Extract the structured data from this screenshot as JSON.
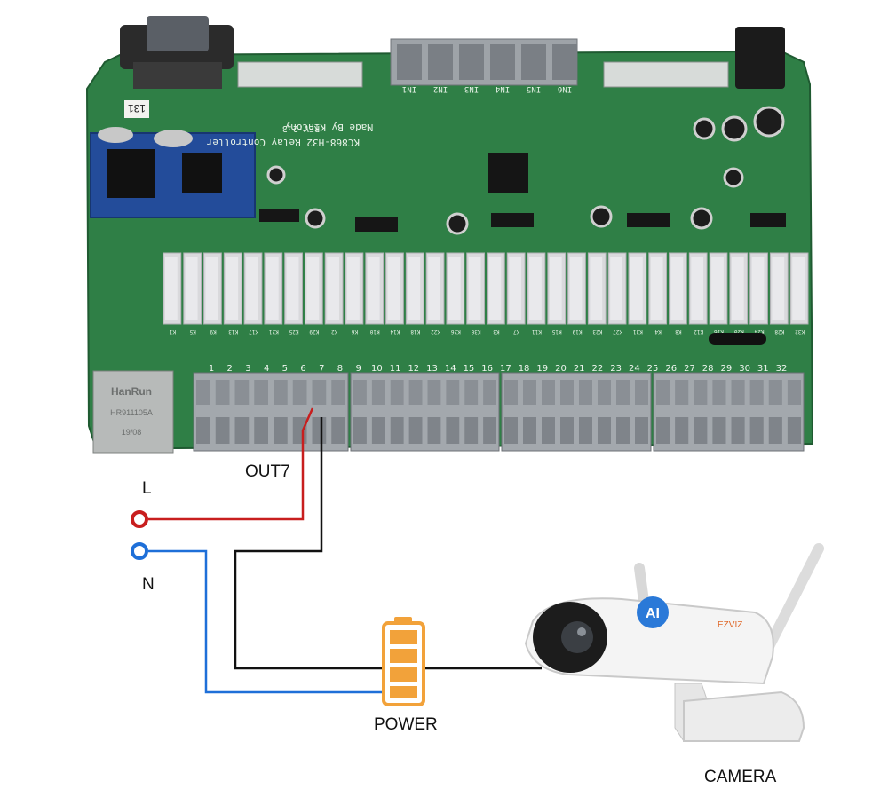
{
  "board": {
    "title": "KC868-H32 Relay Controller",
    "maker": "Made By KinCony",
    "revision": "REV:2.3",
    "sticker": "131",
    "ethernet_brand": "HanRun",
    "ethernet_part": "HR911105A",
    "ethernet_date": "19/08",
    "input_labels": [
      "IN1",
      "IN2",
      "IN3",
      "IN4",
      "IN5",
      "IN6"
    ],
    "terminal_numbers": [
      "1",
      "2",
      "3",
      "4",
      "5",
      "6",
      "7",
      "8",
      "9",
      "10",
      "11",
      "12",
      "13",
      "14",
      "15",
      "16",
      "17",
      "18",
      "19",
      "20",
      "21",
      "22",
      "23",
      "24",
      "25",
      "26",
      "27",
      "28",
      "29",
      "30",
      "31",
      "32"
    ],
    "relay_labels": [
      "K1",
      "K5",
      "K9",
      "K13",
      "K17",
      "K21",
      "K25",
      "K29",
      "K2",
      "K6",
      "K10",
      "K14",
      "K18",
      "K22",
      "K26",
      "K30",
      "K3",
      "K7",
      "K11",
      "K15",
      "K19",
      "K23",
      "K27",
      "K31",
      "K4",
      "K8",
      "K12",
      "K16",
      "K20",
      "K24",
      "K28",
      "K32"
    ]
  },
  "labels": {
    "out7": "OUT7",
    "line": "L",
    "neutral": "N",
    "power": "POWER",
    "camera": "CAMERA"
  },
  "camera_badge": "AI",
  "camera_brand": "EZVIZ",
  "colors": {
    "pcb": "#2f7f46",
    "line_wire": "#c81e1e",
    "neutral_wire": "#1e6fd8",
    "signal_wire": "#111111",
    "battery": "#f2a23a"
  }
}
